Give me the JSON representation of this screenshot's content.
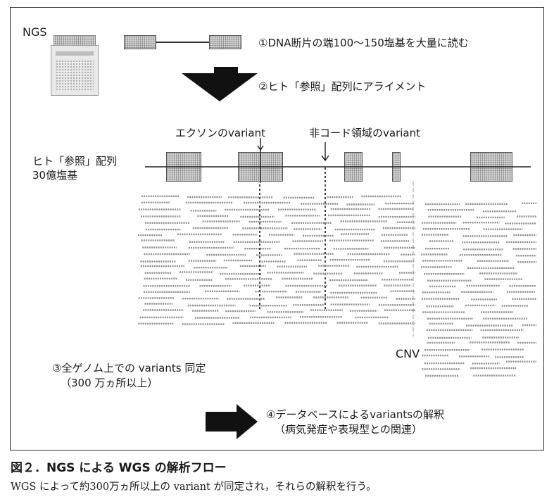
{
  "figure": {
    "ngs_label": "NGS",
    "step1": "①DNA断片の端100～150塩基を大量に読む",
    "step2": "②ヒト「参照」配列にアライメント",
    "exon_variant": "エクソンのvariant",
    "noncoding_variant": "非コード領域のvariant",
    "reference_label_line1": "ヒト「参照」配列",
    "reference_label_line2": "30億塩基",
    "cnv_label": "CNV",
    "step3_line1": "③全ゲノム上での variants 同定",
    "step3_line2": "（300 万ヵ所以上）",
    "step4_line1": "④データベースによるvariantsの解釈",
    "step4_line2": "（病気発症や表現型との関連）"
  },
  "caption": {
    "title": "図２．NGS による WGS の解析フロー",
    "text": "WGS によって約300万ヵ所以上の variant が同定され，それらの解釈を行う。"
  }
}
